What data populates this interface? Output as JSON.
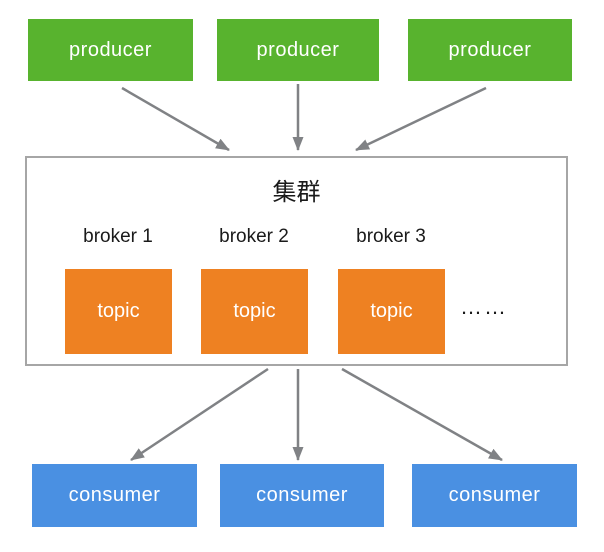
{
  "producers": [
    {
      "label": "producer"
    },
    {
      "label": "producer"
    },
    {
      "label": "producer"
    }
  ],
  "cluster": {
    "title": "集群",
    "brokers": [
      {
        "label": "broker 1"
      },
      {
        "label": "broker 2"
      },
      {
        "label": "broker 3"
      }
    ],
    "topics": [
      {
        "label": "topic"
      },
      {
        "label": "topic"
      },
      {
        "label": "topic"
      }
    ],
    "more_indicator": "……"
  },
  "consumers": [
    {
      "label": "consumer"
    },
    {
      "label": "consumer"
    },
    {
      "label": "consumer"
    }
  ],
  "arrows": [
    {
      "from": "producer-1",
      "to": "cluster"
    },
    {
      "from": "producer-2",
      "to": "cluster"
    },
    {
      "from": "producer-3",
      "to": "cluster"
    },
    {
      "from": "cluster",
      "to": "consumer-1"
    },
    {
      "from": "cluster",
      "to": "consumer-2"
    },
    {
      "from": "cluster",
      "to": "consumer-3"
    }
  ],
  "colors": {
    "producer_fill": "#58b32e",
    "topic_fill": "#ee8122",
    "consumer_fill": "#4a90e2",
    "arrow": "#808285",
    "cluster_border": "#a6a6a6",
    "text_dark": "#1a1a1a",
    "text_light": "#ffffff"
  }
}
